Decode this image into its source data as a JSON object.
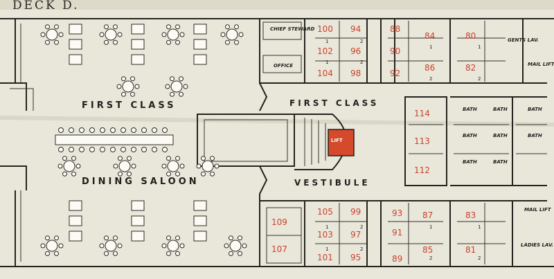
{
  "deck_title": "DECK D.",
  "labels": {
    "first_class_saloon": "FIRST CLASS",
    "first_class_vestibule": "FIRST CLASS",
    "dining_saloon": "DINING SALOON",
    "vestibule": "VESTIBULE",
    "lift": "LIFT",
    "chief_steward": "CHIEF STEWARD",
    "office": "OFFICE",
    "gents_lav": "GENTS LAV.",
    "ladies_lav": "LADIES LAV.",
    "mail_lift_top": "MAIL LIFT",
    "mail_lift_bottom": "MAIL LIFT",
    "bath": "BATH"
  },
  "cabins": {
    "top": [
      "100",
      "94",
      "102",
      "96",
      "104",
      "98",
      "88",
      "90",
      "92",
      "84",
      "86",
      "80",
      "82"
    ],
    "middle": [
      "114",
      "113",
      "112"
    ],
    "bottom": [
      "109",
      "107",
      "105",
      "99",
      "103",
      "97",
      "101",
      "95",
      "93",
      "91",
      "89",
      "87",
      "85",
      "83",
      "81"
    ]
  },
  "berth_marks": [
    "1",
    "2"
  ],
  "colors": {
    "paper": "#e9e6da",
    "ink": "#26231f",
    "cabin_number": "#c9432f",
    "lift": "#d44a2a"
  }
}
